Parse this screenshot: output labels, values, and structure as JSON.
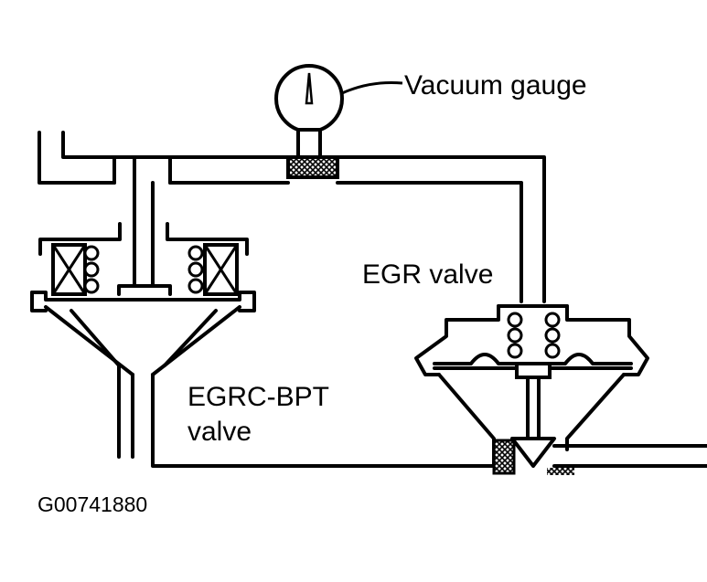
{
  "labels": {
    "vacuum_gauge": "Vacuum  gauge",
    "egr_valve": "EGR  valve",
    "egrc_bpt_line1": "EGRC-BPT",
    "egrc_bpt_line2": "valve",
    "figure_id": "G00741880"
  },
  "colors": {
    "line": "#000000",
    "background": "#ffffff"
  }
}
